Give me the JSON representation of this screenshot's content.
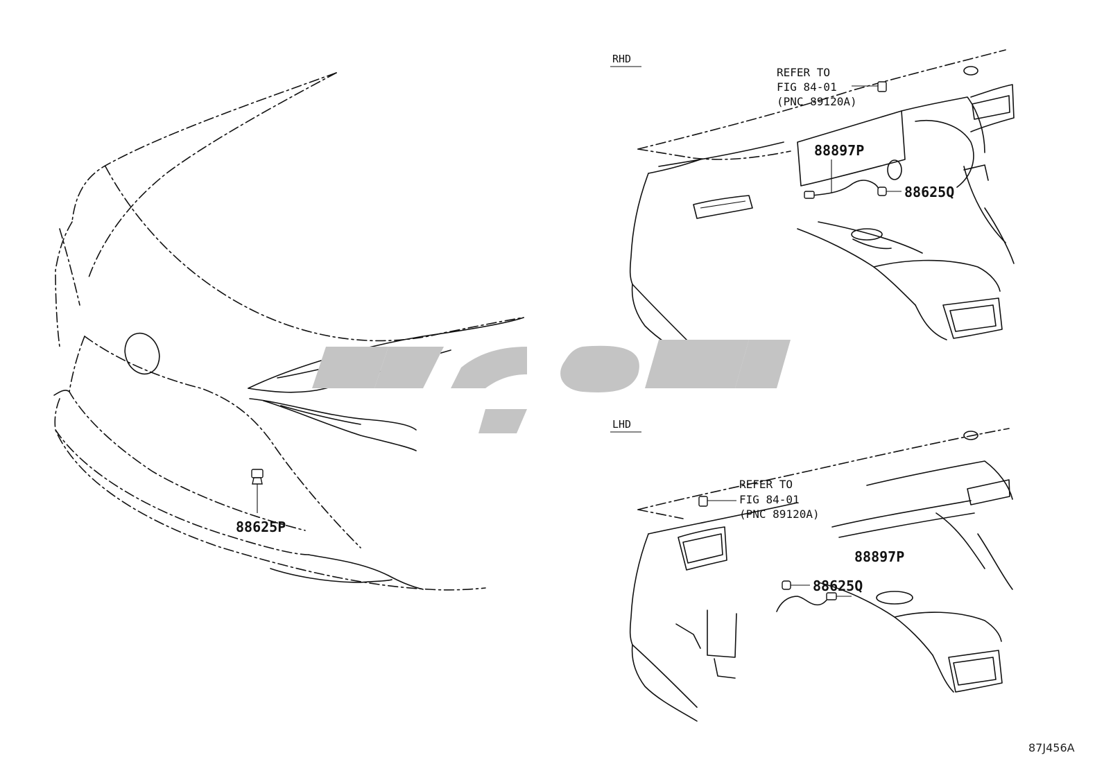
{
  "variants": {
    "rhd": "RHD",
    "lhd": "LHD"
  },
  "front_view": {
    "part_label": "88625P"
  },
  "rhd_view": {
    "refer_lines": [
      "REFER TO",
      "FIG 84-01",
      "(PNC 89120A)"
    ],
    "part_wire": "88897P",
    "part_clip": "88625Q"
  },
  "lhd_view": {
    "refer_lines": [
      "REFER TO",
      "FIG 84-01",
      "(PNC 89120A)"
    ],
    "part_wire": "88897P",
    "part_clip": "88625Q"
  },
  "illustration_code": "87J456A",
  "colors": {
    "line": "#111111",
    "watermark": "#c4c4c4"
  }
}
